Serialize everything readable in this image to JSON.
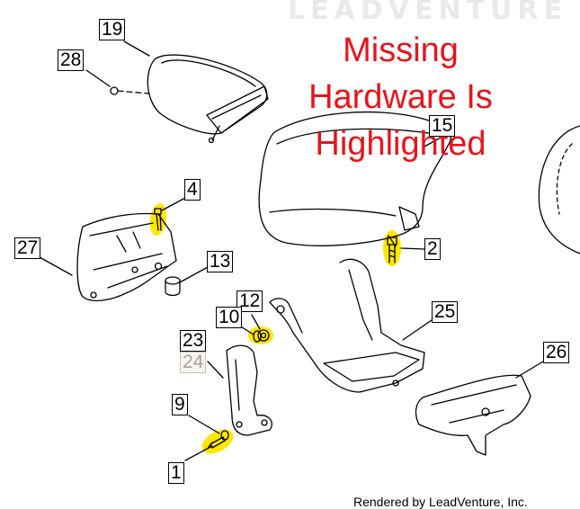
{
  "watermark": "LEADVENTURE",
  "notice": [
    "Missing",
    "Hardware Is",
    "Highlighted"
  ],
  "credit": "Rendered by LeadVenture, Inc.",
  "colors": {
    "notice": "#e8141b",
    "highlight": "#ffe600",
    "line": "#000000"
  },
  "callouts": {
    "c1": "1",
    "c2": "2",
    "c4": "4",
    "c9": "9",
    "c10": "10",
    "c12": "12",
    "c13": "13",
    "c15": "15",
    "c19": "19",
    "c23": "23",
    "c24": "24",
    "c25": "25",
    "c26": "26",
    "c27": "27",
    "c28": "28"
  }
}
